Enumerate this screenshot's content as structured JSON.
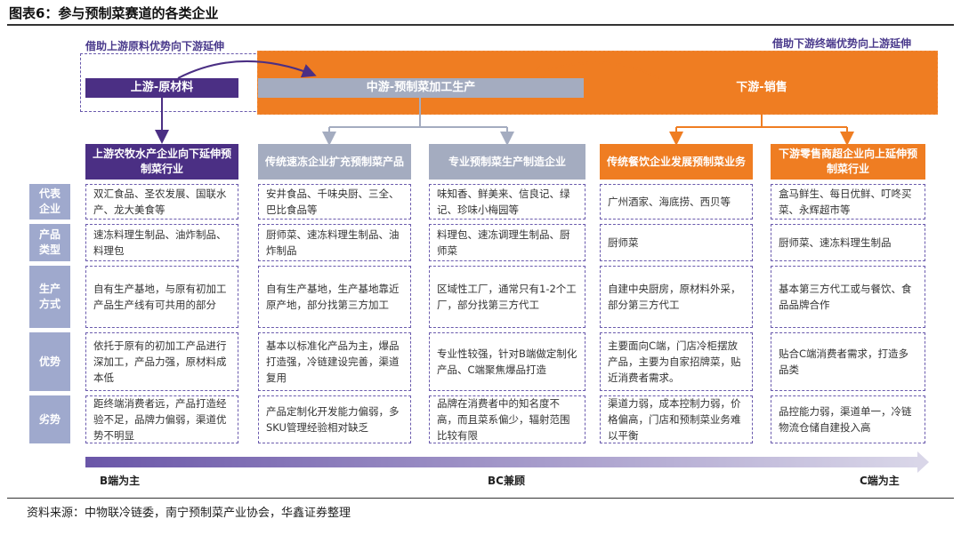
{
  "title": "图表6：参与预制菜赛道的各类企业",
  "notes": {
    "left": "借助上游原料优势向下游延伸",
    "right": "借助下游终端优势向上游延伸"
  },
  "stages": {
    "upstream": "上游-原材料",
    "midstream": "中游-预制菜加工生产",
    "downstream": "下游-销售"
  },
  "categories": [
    "上游农牧水产企业向下延伸预制菜行业",
    "传统速冻企业扩充预制菜产品",
    "专业预制菜生产制造企业",
    "传统餐饮企业发展预制菜业务",
    "下游零售商超企业向上延伸预制菜行业"
  ],
  "row_labels": [
    "代表企业",
    "产品类型",
    "生产方式",
    "优势",
    "劣势"
  ],
  "rows": [
    [
      "双汇食品、圣农发展、国联水产、龙大美食等",
      "安井食品、千味央厨、三全、巴比食品等",
      "味知香、鲜美来、信良记、绿记、珍味小梅园等",
      "广州酒家、海底捞、西贝等",
      "盒马鲜生、每日优鲜、叮咚买菜、永辉超市等"
    ],
    [
      "速冻料理生制品、油炸制品、料理包",
      "厨师菜、速冻料理生制品、油炸制品",
      "料理包、速冻调理生制品、厨师菜",
      "厨师菜",
      "厨师菜、速冻料理生制品"
    ],
    [
      "自有生产基地，与原有初加工产品生产线有可共用的部分",
      "自有生产基地，生产基地靠近原产地，部分找第三方加工",
      "区域性工厂，通常只有1-2个工厂，部分找第三方代工",
      "自建中央厨房，原材料外采，部分第三方代工",
      "基本第三方代工或与餐饮、食品品牌合作"
    ],
    [
      "依托于原有的初加工产品进行深加工，产品力强，原材料成本低",
      "基本以标准化产品为主，爆品打造强，冷链建设完善，渠道复用",
      "专业性较强，针对B端做定制化产品、C端聚焦爆品打造",
      "主要面向C端，门店冷柜摆放产品，主要为自家招牌菜，贴近消费者需求。",
      "贴合C端消费者需求，打造多品类"
    ],
    [
      "距终端消费者远，产品打造经验不足，品牌力偏弱，渠道优势不明显",
      "产品定制化开发能力偏弱，多SKU管理经验相对缺乏",
      "品牌在消费者中的知名度不高，而且菜系偏少，辐射范围比较有限",
      "渠道力弱，成本控制力弱，价格偏高，门店和预制菜业务难以平衡",
      "品控能力弱，渠道单一，冷链物流仓储自建投入高"
    ]
  ],
  "axis": {
    "left": "B端为主",
    "center": "BC兼顾",
    "right": "C端为主"
  },
  "source": "资料来源：中物联冷链委，南宁预制菜产业协会，华鑫证券整理",
  "colors": {
    "purple": "#4b2f84",
    "grey": "#a4acc0",
    "orange": "#ef7d22",
    "row_label": "#9fa9cd"
  }
}
